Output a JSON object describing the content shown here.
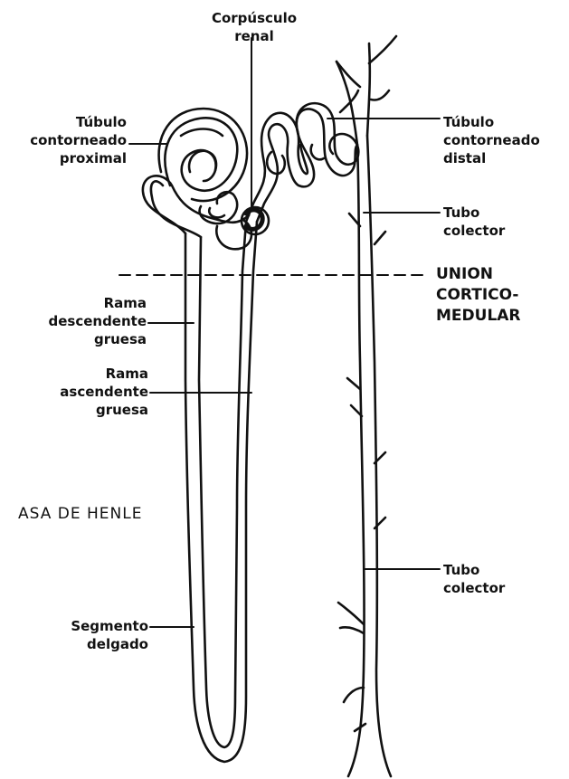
{
  "labels": {
    "corpusculo": [
      "Corpúsculo",
      "renal"
    ],
    "tubulo_proximal": [
      "Túbulo",
      "contorneado",
      "proximal"
    ],
    "tubulo_distal": [
      "Túbulo",
      "contorneado",
      "distal"
    ],
    "tubo_colector_1": [
      "Tubo",
      "colector"
    ],
    "union": [
      "UNION",
      "CORTICO-",
      "MEDULAR"
    ],
    "rama_descendente": [
      "Rama",
      "descendente",
      "gruesa"
    ],
    "rama_ascendente": [
      "Rama",
      "ascendente",
      "gruesa"
    ],
    "asa_henle": "ASA DE HENLE",
    "tubo_colector_2": [
      "Tubo",
      "colector"
    ],
    "segmento": [
      "Segmento",
      "delgado"
    ]
  },
  "colors": {
    "ink": "#111111",
    "background": "#ffffff"
  }
}
